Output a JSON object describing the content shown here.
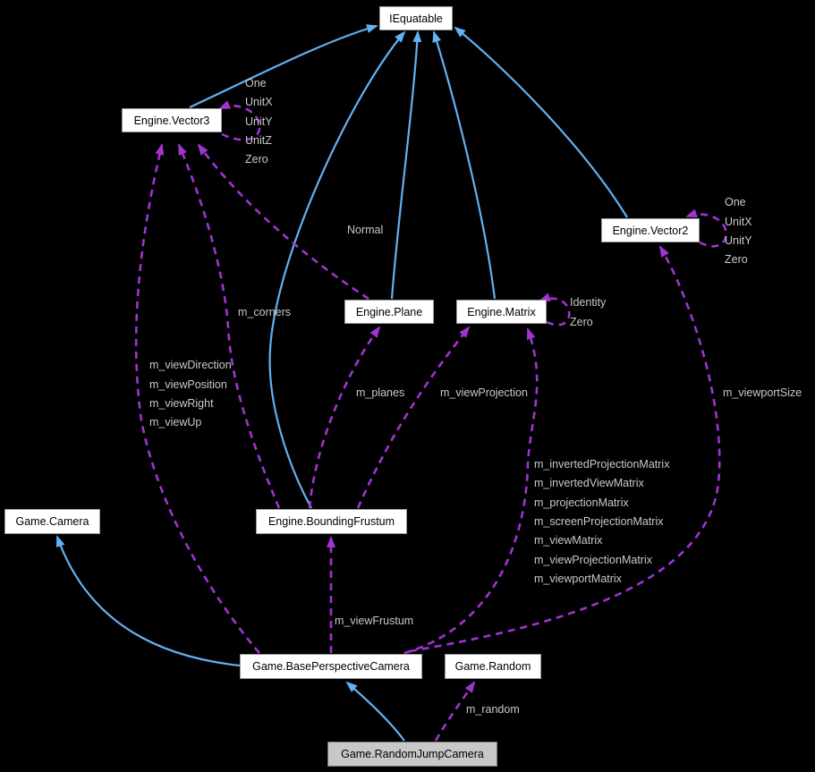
{
  "diagram": {
    "type": "collaboration-graph",
    "colors": {
      "background": "#000000",
      "inheritance_edge": "#63b0f2",
      "usage_edge": "#a133d1",
      "node_fill": "#ffffff",
      "node_border": "#9a9a9a",
      "node_text": "#000000",
      "highlight_node_fill": "#c8c8c8",
      "edge_label_text": "#c9c9c9"
    },
    "nodes": [
      {
        "id": "iequatable",
        "label": "IEquatable"
      },
      {
        "id": "vector3",
        "label": "Engine.Vector3"
      },
      {
        "id": "vector2",
        "label": "Engine.Vector2"
      },
      {
        "id": "plane",
        "label": "Engine.Plane"
      },
      {
        "id": "matrix",
        "label": "Engine.Matrix"
      },
      {
        "id": "bounding-frustum",
        "label": "Engine.BoundingFrustum"
      },
      {
        "id": "camera",
        "label": "Game.Camera"
      },
      {
        "id": "base-perspective-camera",
        "label": "Game.BasePerspectiveCamera"
      },
      {
        "id": "random",
        "label": "Game.Random"
      },
      {
        "id": "random-jump-camera",
        "label": "Game.RandomJumpCamera"
      }
    ],
    "labels": [
      {
        "text": "One"
      },
      {
        "text": "UnitX"
      },
      {
        "text": "UnitY"
      },
      {
        "text": "UnitZ"
      },
      {
        "text": "Zero"
      },
      {
        "text": "Normal"
      },
      {
        "text": "One"
      },
      {
        "text": "UnitX"
      },
      {
        "text": "UnitY"
      },
      {
        "text": "Zero"
      },
      {
        "text": "Identity"
      },
      {
        "text": "Zero"
      },
      {
        "text": "m_corners"
      },
      {
        "text": "m_viewDirection"
      },
      {
        "text": "m_viewPosition"
      },
      {
        "text": "m_viewRight"
      },
      {
        "text": "m_viewUp"
      },
      {
        "text": "m_planes"
      },
      {
        "text": "m_viewProjection"
      },
      {
        "text": "m_viewportSize"
      },
      {
        "text": "m_invertedProjectionMatrix"
      },
      {
        "text": "m_invertedViewMatrix"
      },
      {
        "text": "m_projectionMatrix"
      },
      {
        "text": "m_screenProjectionMatrix"
      },
      {
        "text": "m_viewMatrix"
      },
      {
        "text": "m_viewProjectionMatrix"
      },
      {
        "text": "m_viewportMatrix"
      },
      {
        "text": "m_viewFrustum"
      },
      {
        "text": "m_random"
      }
    ]
  }
}
